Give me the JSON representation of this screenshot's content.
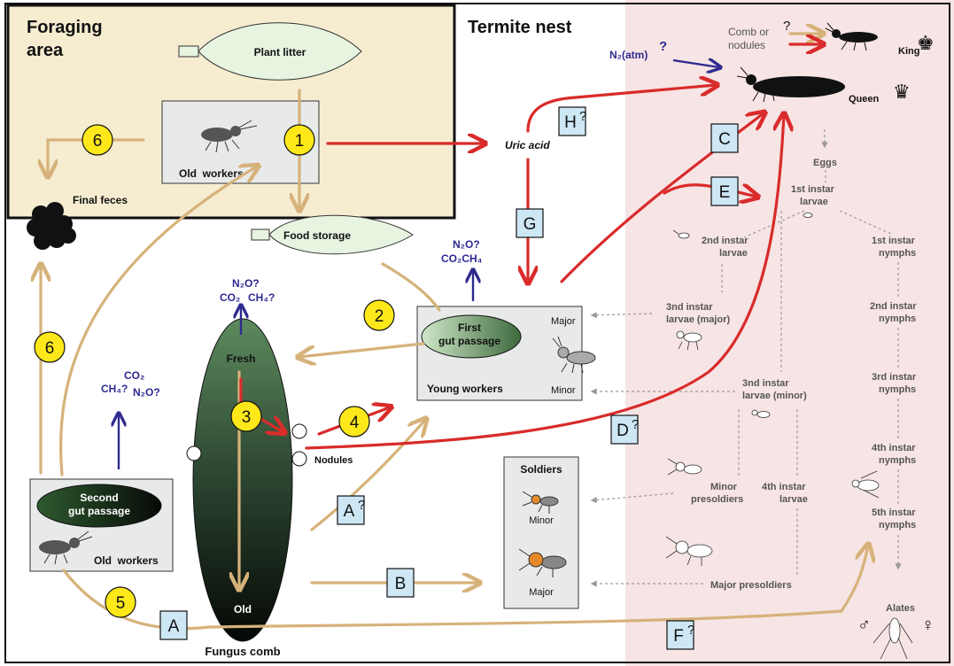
{
  "regions": {
    "foraging_area": "Foraging\narea",
    "termite_nest": "Termite nest"
  },
  "labels": {
    "plant_litter": "Plant litter",
    "food_storage": "Food storage",
    "old_workers_top": "Old  workers",
    "final_feces": "Final feces",
    "uric_acid": "Uric acid",
    "first_gut_passage": "First\ngut passage",
    "young_workers": "Young workers",
    "major": "Major",
    "minor": "Minor",
    "fresh": "Fresh",
    "old": "Old",
    "nodules": "Nodules",
    "fungus_comb": "Fungus comb",
    "second_gut_passage": "Second\ngut passage",
    "old_workers_bottom": "Old  workers",
    "soldiers": "Soldiers",
    "soldiers_minor": "Minor",
    "soldiers_major": "Major",
    "comb_or_nodules": "Comb or\nnodules",
    "king": "King",
    "queen": "Queen",
    "n2_atm": "N₂(atm)",
    "eggs": "Eggs",
    "instar_1_larvae": "1st instar\nlarvae",
    "instar_2_larvae": "2nd instar\nlarvae",
    "instar_3_larvae_major": "3nd instar\nlarvae (major)",
    "instar_3_larvae_minor": "3nd instar\nlarvae (minor)",
    "instar_4_larvae": "4th instar\nlarvae",
    "minor_presoldiers": "Minor\npresoldiers",
    "major_presoldiers": "Major presoldiers",
    "instar_1_nymphs": "1st instar\nnymphs",
    "instar_2_nymphs": "2nd instar\nnymphs",
    "instar_3_nymphs": "3rd instar\nnymphs",
    "instar_4_nymphs": "4th instar\nnymphs",
    "instar_5_nymphs": "5th instar\nnymphs",
    "alates": "Alates",
    "male_symbol": "♂",
    "female_symbol": "♀",
    "question": "?"
  },
  "numbered_steps": [
    "1",
    "2",
    "3",
    "4",
    "5",
    "6",
    "6"
  ],
  "lettered_steps": [
    "A",
    "A?",
    "B",
    "C",
    "D?",
    "E",
    "F?",
    "G",
    "H?"
  ],
  "gases": {
    "n2o": "N₂O?",
    "co2": "CO₂",
    "ch4": "CH₄?",
    "co2_ch4": "CO₂CH₄"
  },
  "colors": {
    "foraging_bg": "#f6edd1",
    "nest_right_bg": "#f7e4e4",
    "tan_arrow": "#d6b27a",
    "red_arrow": "#d92b2b",
    "blue_arrow": "#2e2a8f",
    "step_circle": "#ffe81a",
    "step_box": "#cde7f5",
    "grey_box": "#e8eaea"
  }
}
